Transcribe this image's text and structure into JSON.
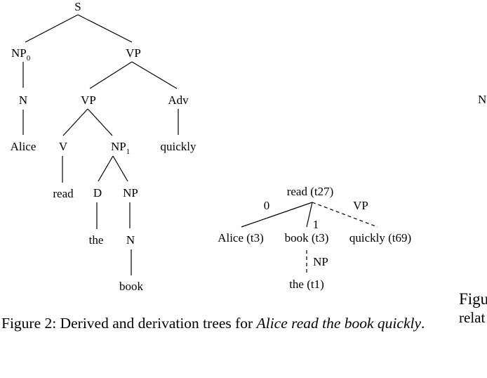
{
  "derived_tree": {
    "nodes": {
      "s": "S",
      "np0": "NP",
      "np0_sub": "0",
      "vp_top": "VP",
      "n_alice": "N",
      "vp_inner": "VP",
      "adv": "Adv",
      "alice": "Alice",
      "v": "V",
      "np1": "NP",
      "np1_sub": "1",
      "quickly": "quickly",
      "read": "read",
      "d": "D",
      "np_book": "NP",
      "the": "the",
      "n_book": "N",
      "book": "book"
    }
  },
  "derivation_tree": {
    "nodes": {
      "root": "read (t27)",
      "alice": "Alice (t3)",
      "book": "book (t3)",
      "quickly": "quickly (t69)",
      "the": "the (t1)"
    },
    "edge_labels": {
      "to_alice": "0",
      "to_book": "1",
      "to_quickly": "VP",
      "to_the": "NP"
    }
  },
  "caption": {
    "prefix": "Figure 2:  Derived and derivation trees for ",
    "italic": "Alice read the book quickly",
    "suffix": "."
  },
  "cutoff": {
    "right_node": "N",
    "fig_fragment": "Figu",
    "relat_fragment": "relat"
  }
}
